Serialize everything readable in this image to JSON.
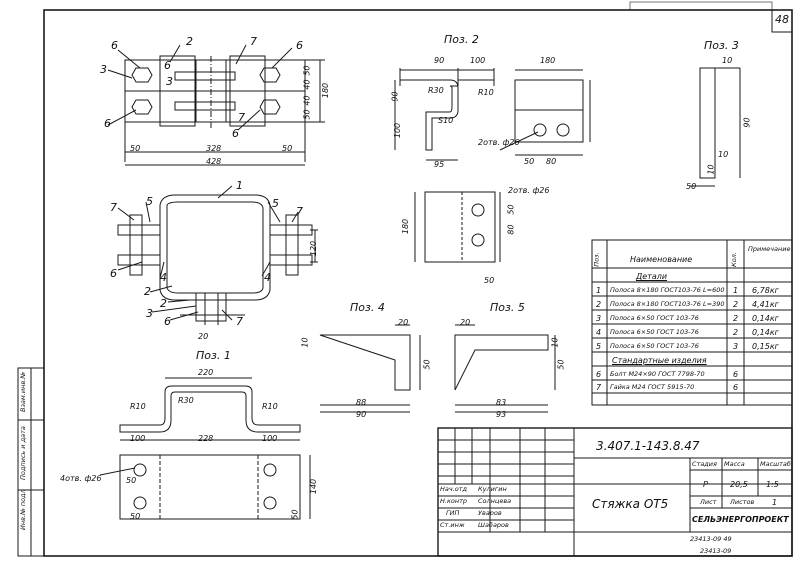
{
  "sheet": {
    "number": "48",
    "corner_code": "23413-09"
  },
  "title_block": {
    "document_code": "3.407.1-143.8.47",
    "title": "Стяжка ОТ5",
    "stage_header": "Стадия",
    "mass_header": "Масса",
    "scale_header": "Масштаб",
    "stage": "Р",
    "mass": "20,5",
    "scale": "1:5",
    "sheet_label": "Лист",
    "sheets_label": "Листов",
    "sheets_count": "1",
    "organization": "СЕЛЬЭНЕРГОПРОЕКТ",
    "roles": [
      {
        "role": "Нач.отд",
        "name": "Кулигин"
      },
      {
        "role": "Н.контр",
        "name": "Солнцева"
      },
      {
        "role": "ГИП",
        "name": "Уваров"
      },
      {
        "role": "Ст.инж",
        "name": "Шабаров"
      }
    ],
    "bottom_code": "23413-09 49"
  },
  "side_stamp": [
    "Инв.№ подл",
    "Подпись и дата",
    "Взам.инв.№"
  ],
  "spec": {
    "headers": {
      "pos": "Поз.",
      "name": "Наименование",
      "qty": "Кол.",
      "note": "Примечание"
    },
    "section_details": "Детали",
    "section_standard": "Стандартные изделия",
    "rows": [
      {
        "pos": "1",
        "name": "Полоса 8×180 ГОСТ103-76 L=600",
        "qty": "1",
        "note": "6,78кг"
      },
      {
        "pos": "2",
        "name": "Полоса 8×180 ГОСТ103-76 L=390",
        "qty": "2",
        "note": "4,41кг"
      },
      {
        "pos": "3",
        "name": "Полоса 6×50 ГОСТ 103-76",
        "qty": "2",
        "note": "0,14кг"
      },
      {
        "pos": "4",
        "name": "Полоса 6×50 ГОСТ 103-76",
        "qty": "2",
        "note": "0,14кг"
      },
      {
        "pos": "5",
        "name": "Полоса 6×50 ГОСТ 103-76",
        "qty": "3",
        "note": "0,15кг"
      },
      {
        "pos": "6",
        "name": "Болт М24×90 ГОСТ 7798-70",
        "qty": "6",
        "note": ""
      },
      {
        "pos": "7",
        "name": "Гайка М24 ГОСТ 5915-70",
        "qty": "6",
        "note": ""
      }
    ]
  },
  "views": {
    "poz1": "Поз. 1",
    "poz2": "Поз. 2",
    "poz3": "Поз. 3",
    "poz4": "Поз. 4",
    "poz5": "Поз. 5"
  },
  "dims": {
    "d50a": "50",
    "d328": "328",
    "d428": "428",
    "d50b": "50",
    "d180a": "180",
    "d50c": "50",
    "d40a": "40",
    "d40b": "40",
    "d50d": "50",
    "d90a": "90",
    "d100a": "100",
    "d90b": "90",
    "d100b": "100",
    "r30a": "R30",
    "r10a": "R10",
    "s10a": "S10",
    "holes2": "2отв. ф26",
    "d95": "95",
    "d180b": "180",
    "d50e": "50",
    "d80a": "80",
    "d10a": "10",
    "d90c": "90",
    "d50f": "50",
    "d10b": "10",
    "s10b": "10",
    "holes2b": "2отв. ф26",
    "d180c": "180",
    "d50g": "50",
    "d80b": "80",
    "d50h": "50",
    "d20a": "20",
    "d10c": "10",
    "d50i": "50",
    "d88": "88",
    "d90d": "90",
    "d20b": "20",
    "d10d": "10",
    "d50j": "50",
    "d83": "83",
    "d93": "93",
    "d220": "220",
    "r10b": "R10",
    "r30b": "R30",
    "r10c": "R10",
    "d100c": "100",
    "d228": "228",
    "d100d": "100",
    "holes4": "4отв. ф26",
    "d50k": "50",
    "d50l": "50",
    "d140": "140",
    "d50m": "50",
    "d120": "120",
    "d20c": "20"
  },
  "callouts": {
    "c6a": "6",
    "c2a": "2",
    "c7a": "7",
    "c6b": "6",
    "c3a": "3",
    "c6c": "6",
    "c3b": "3",
    "c6d": "6",
    "c7b": "7",
    "c6e": "6",
    "c1": "1",
    "c7c": "7",
    "c5a": "5",
    "c5b": "5",
    "c7d": "7",
    "c4a": "4",
    "c6f": "6",
    "c4b": "4",
    "c2b": "2",
    "c2c": "2",
    "c3c": "3",
    "c6g": "6",
    "c7e": "7"
  }
}
